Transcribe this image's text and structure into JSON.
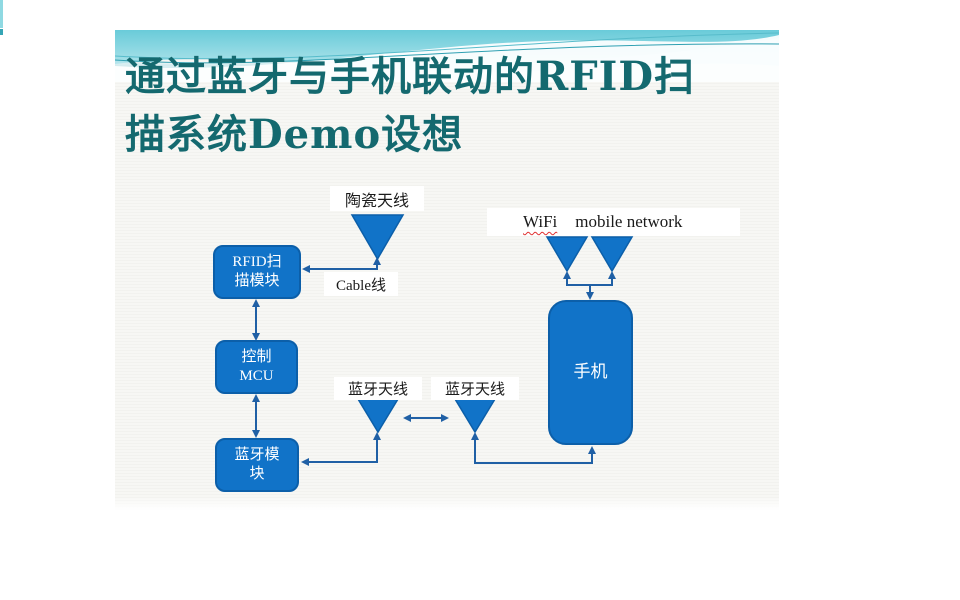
{
  "slide": {
    "title_line1": "通过蓝牙与手机联动的RFID扫",
    "title_line2": "描系统Demo设想"
  },
  "diagram": {
    "nodes": {
      "rfid": {
        "line1": "RFID扫",
        "line2": "描模块"
      },
      "mcu": {
        "line1": "控制",
        "line2": "MCU"
      },
      "bluetooth": {
        "line1": "蓝牙模",
        "line2": "块"
      },
      "phone": {
        "label": "手机"
      }
    },
    "labels": {
      "ceramic_antenna": "陶瓷天线",
      "cable": "Cable线",
      "bt_antenna_left": "蓝牙天线",
      "bt_antenna_right": "蓝牙天线",
      "wifi": "WiFi",
      "mobile_network": "mobile network"
    },
    "colors": {
      "node_fill": "#1173C8",
      "node_border": "#0C5FA9",
      "connector": "#2060A5",
      "title_text": "#14696F",
      "wave_teal": "#69CBD9",
      "spellcheck_underline": "#E03030"
    }
  }
}
